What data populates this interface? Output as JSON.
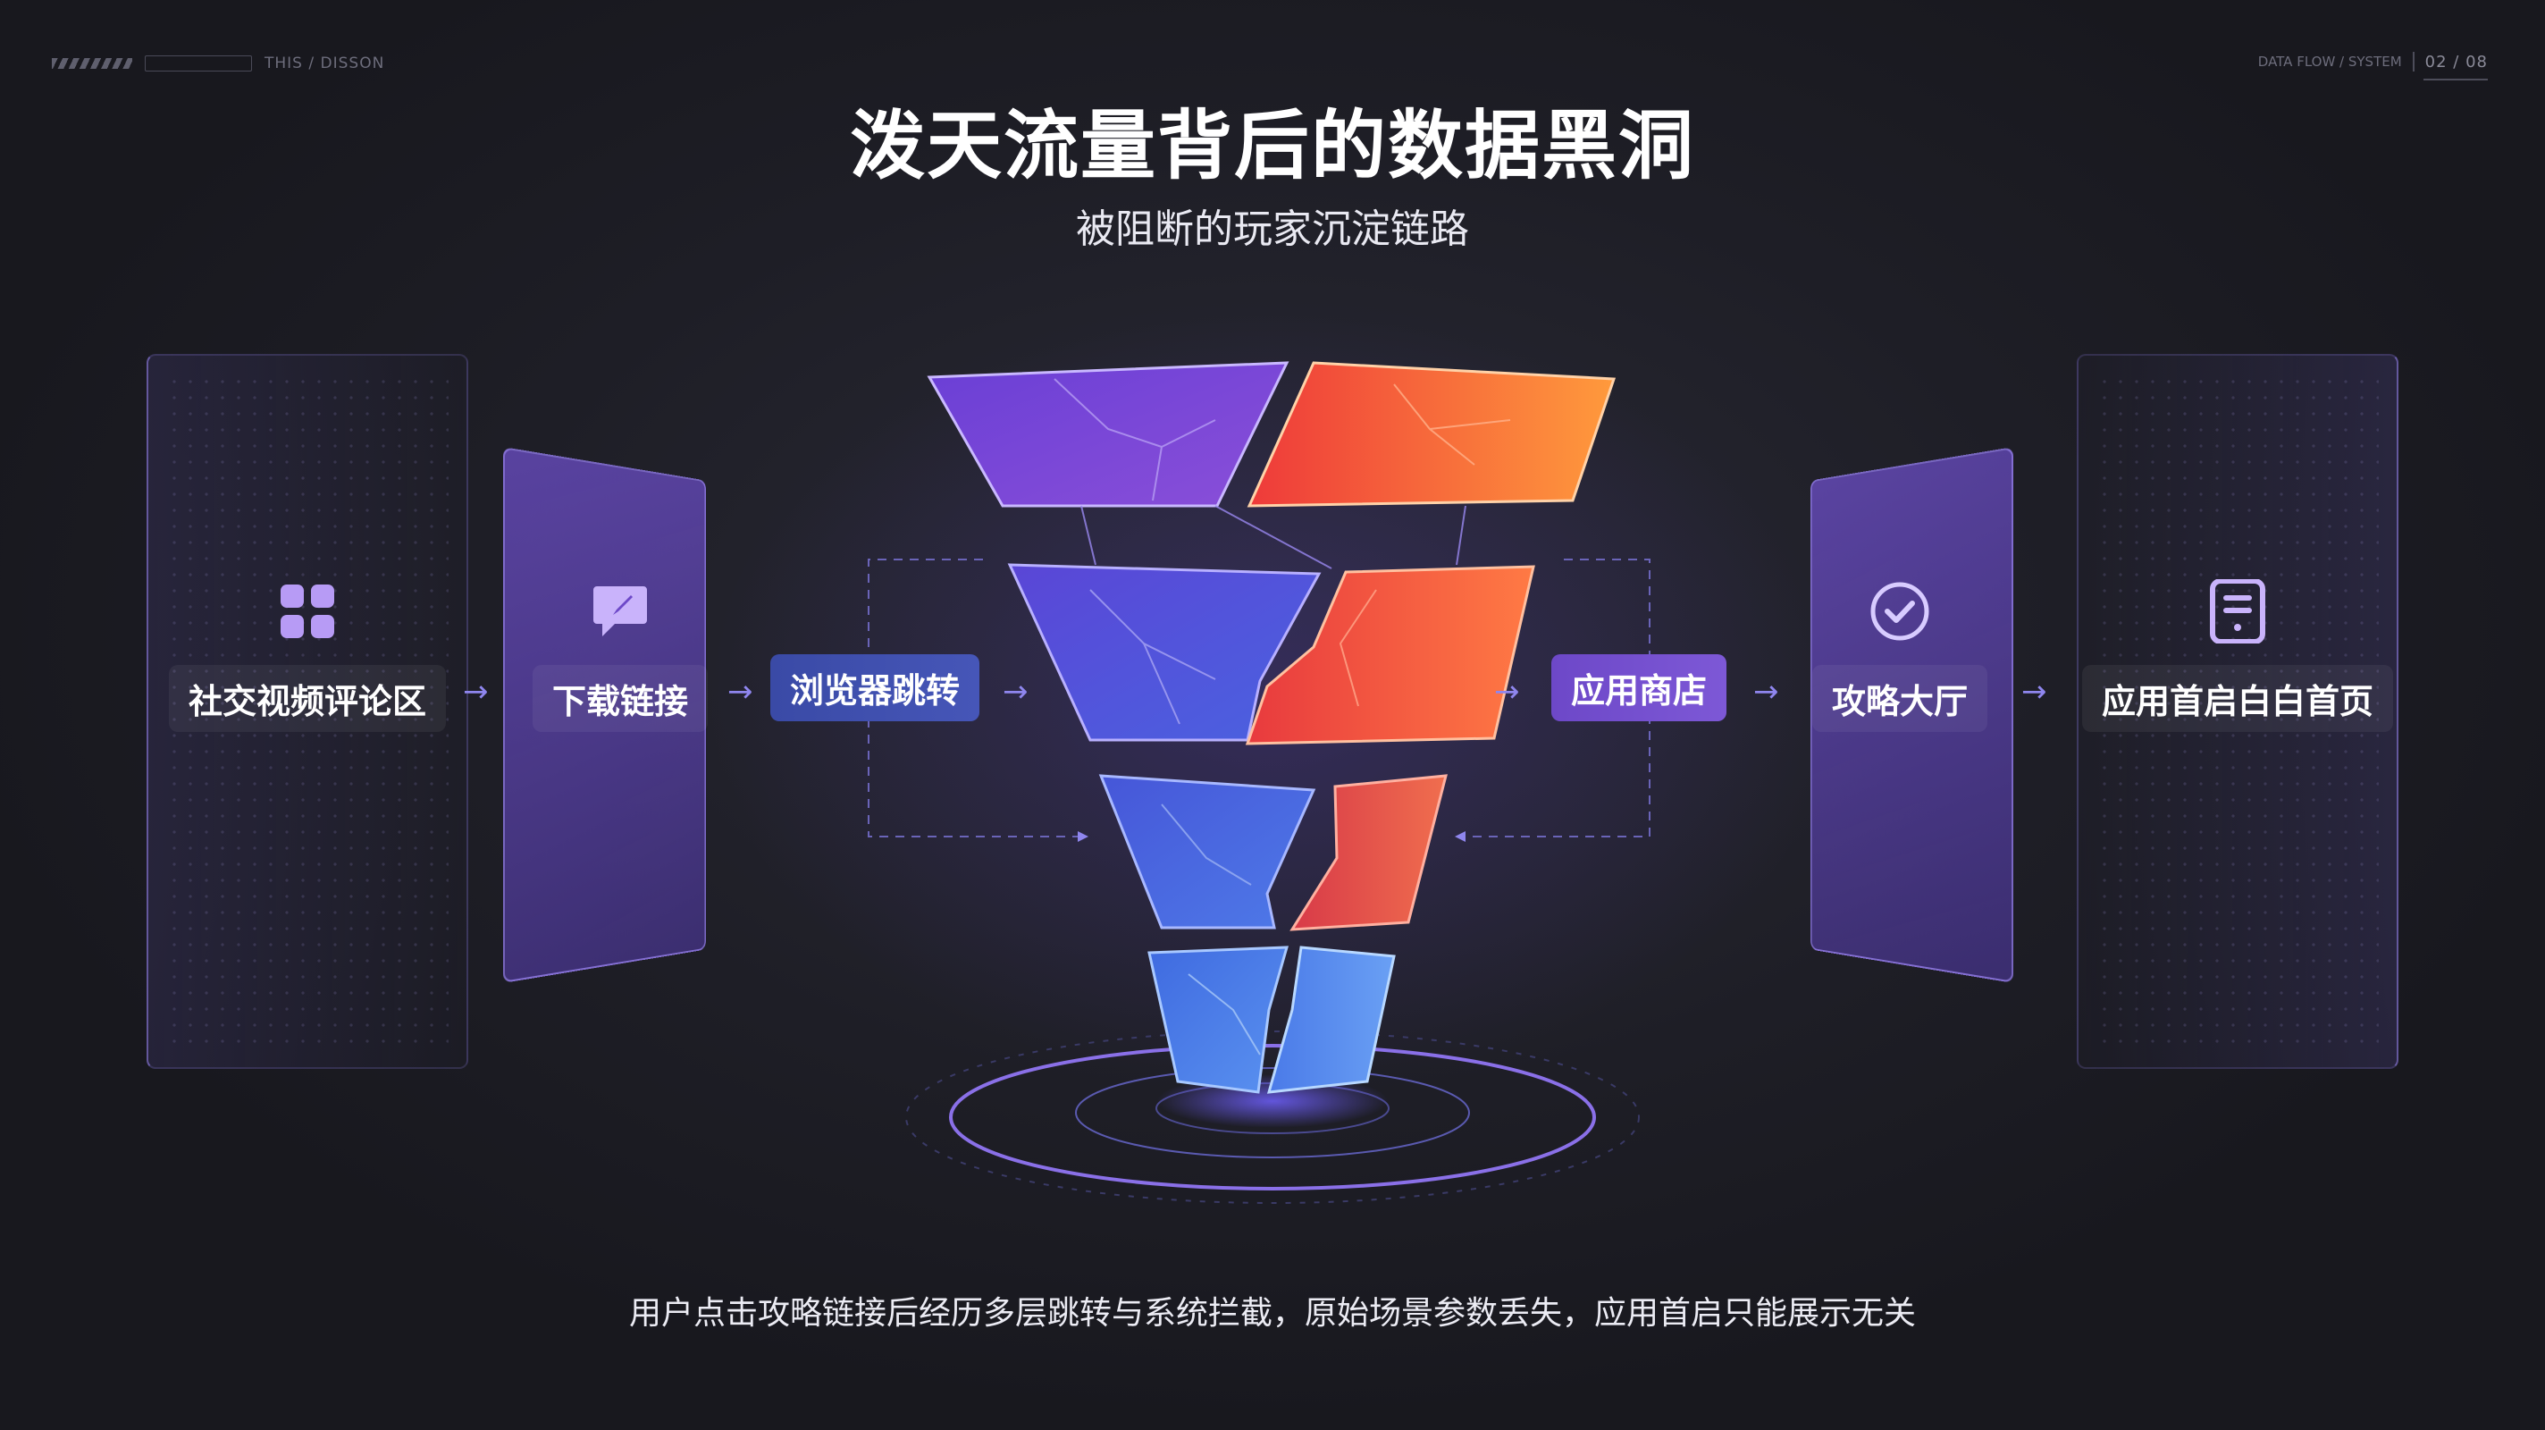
{
  "header": {
    "left_label": "THIS / DISSON",
    "right_small": "DATA FLOW / SYSTEM",
    "right_label": "02 / 08"
  },
  "title": "泼天流量背后的数据黑洞",
  "subtitle": "被阻断的玩家沉淀链路",
  "caption": "用户点击攻略链接后经历多层跳转与系统拦截，原始场景参数丢失，应用首启只能展示无关",
  "flow": {
    "nodes": [
      {
        "label": "社交视频评论区",
        "icon": "grid-icon"
      },
      {
        "label": "下载链接",
        "icon": "chat-icon"
      },
      {
        "label": "浏览器跳转",
        "icon": ""
      },
      {
        "label": "应用商店",
        "icon": ""
      },
      {
        "label": "攻略大厅",
        "icon": "check-circle-icon"
      },
      {
        "label": "应用首启白白首页",
        "icon": "document-icon"
      }
    ],
    "arrow_glyph": "→"
  },
  "colors": {
    "purple_accent": "#7a52d6",
    "blue_accent": "#4152b2",
    "funnel_left": "#5a4ad8",
    "funnel_right": "#f0503a",
    "funnel_orange": "#ff9a3c",
    "background": "#1e1e26"
  }
}
